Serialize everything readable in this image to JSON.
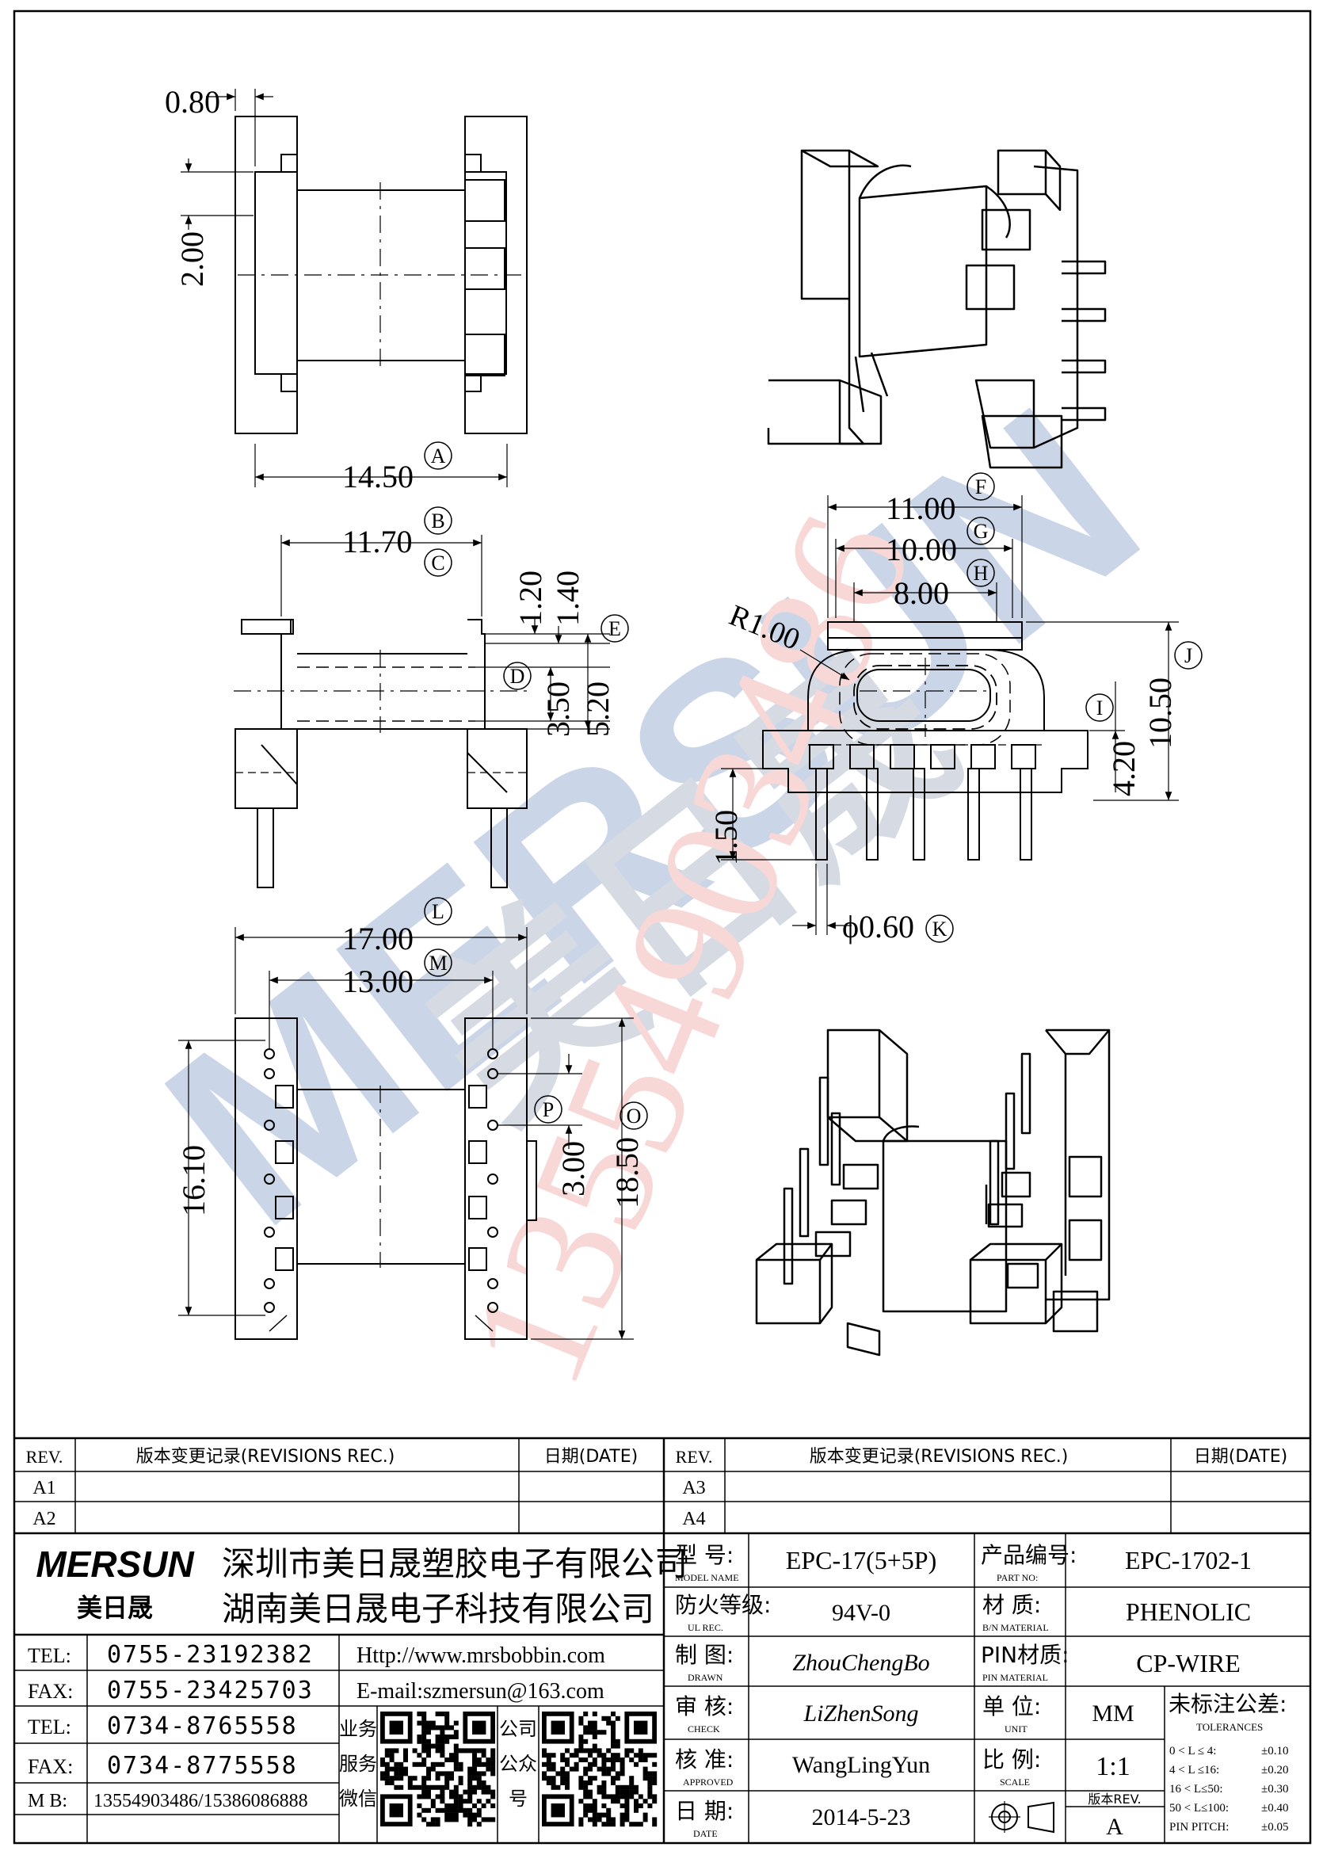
{
  "drawing": {
    "view_top": {
      "dim_wall": "0.80",
      "dim_slot": "2.00",
      "dim_width": "14.50",
      "tag_width": "A"
    },
    "view_side": {
      "dim_b": "11.70",
      "tag_b": "B",
      "tag_c": "C",
      "dim_120": "1.20",
      "dim_140": "1.40",
      "tag_e": "E",
      "dim_350": "3.50",
      "dim_520": "5.20",
      "tag_d": "D"
    },
    "view_front": {
      "dim_f": "11.00",
      "tag_f": "F",
      "dim_g": "10.00",
      "tag_g": "G",
      "dim_h": "8.00",
      "tag_h": "H",
      "radius": "R1.00",
      "dim_j": "10.50",
      "tag_j": "J",
      "tag_i": "I",
      "dim_i": "4.20",
      "dim_pin_len": "1.50",
      "pin_dia": "ϕ0.60",
      "tag_k": "K"
    },
    "view_bottom": {
      "dim_l": "17.00",
      "tag_l": "L",
      "dim_m": "13.00",
      "tag_m": "M",
      "dim_n": "16.10",
      "dim_p": "3.00",
      "tag_p": "P",
      "dim_o": "18.50",
      "tag_o": "O"
    },
    "watermark": {
      "brand": "MERSUN",
      "brand_cn": "美日晟",
      "phone": "13554903486"
    }
  },
  "title_block": {
    "rev_left": {
      "head_rev": "REV.",
      "head_rec": "版本变更记录(REVISIONS REC.)",
      "head_date": "日期(DATE)",
      "rows": [
        "A1",
        "A2"
      ]
    },
    "rev_right": {
      "head_rev": "REV.",
      "head_rec": "版本变更记录(REVISIONS REC.)",
      "head_date": "日期(DATE)",
      "rows": [
        "A3",
        "A4"
      ]
    },
    "company": {
      "logo": "MERSUN",
      "logo_cn": "美日晟",
      "name1": "深圳市美日晟塑胶电子有限公司",
      "name2": "湖南美日晟电子科技有限公司"
    },
    "contacts": {
      "tel1_label": "TEL:",
      "tel1": "0755-23192382",
      "fax1_label": "FAX:",
      "fax1": "0755-23425703",
      "tel2_label": "TEL:",
      "tel2": "0734-8765558",
      "fax2_label": "FAX:",
      "fax2": "0734-8775558",
      "mb_label": "M B:",
      "mb": "13554903486/15386086888",
      "web": "Http://www.mrsbobbin.com",
      "email": "E-mail:szmersun@163.com",
      "qr1_label": "业务服务微信",
      "qr2_label": "公司公众号"
    },
    "spec": {
      "model_label": "型  号:",
      "model_label_en": "MODEL NAME",
      "model": "EPC-17(5+5P)",
      "part_label": "产品编号:",
      "part_label_en": "PART NO:",
      "part": "EPC-1702-1",
      "flame_label": "防火等级:",
      "flame_label_en": "UL REC.",
      "flame": "94V-0",
      "material_label": "材  质:",
      "material_label_en": "B/N MATERIAL",
      "material": "PHENOLIC",
      "drawn_label": "制  图:",
      "drawn_label_en": "DRAWN",
      "drawn": "ZhouChengBo",
      "pinmat_label": "PIN材质:",
      "pinmat_label_en": "PIN MATERIAL",
      "pinmat": "CP-WIRE",
      "check_label": "审  核:",
      "check_label_en": "CHECK",
      "check": "LiZhenSong",
      "unit_label": "单  位:",
      "unit_label_en": "UNIT",
      "unit": "MM",
      "approved_label": "核  准:",
      "approved_label_en": "APPROVED",
      "approved": "WangLingYun",
      "scale_label": "比  例:",
      "scale_label_en": "SCALE",
      "scale": "1:1",
      "date_label": "日  期:",
      "date_label_en": "DATE",
      "date": "2014-5-23",
      "version_label": "版本REV.",
      "version": "A",
      "tol_title": "未标注公差:",
      "tol_title_en": "TOLERANCES",
      "tol_rows": [
        {
          "range": "0 < L ≤  4:",
          "value": "±0.10"
        },
        {
          "range": "4 < L ≤16:",
          "value": "±0.20"
        },
        {
          "range": "16 < L≤50:",
          "value": "±0.30"
        },
        {
          "range": "50 < L≤100:",
          "value": "±0.40"
        },
        {
          "range": "PIN PITCH:",
          "value": "±0.05"
        }
      ]
    }
  }
}
